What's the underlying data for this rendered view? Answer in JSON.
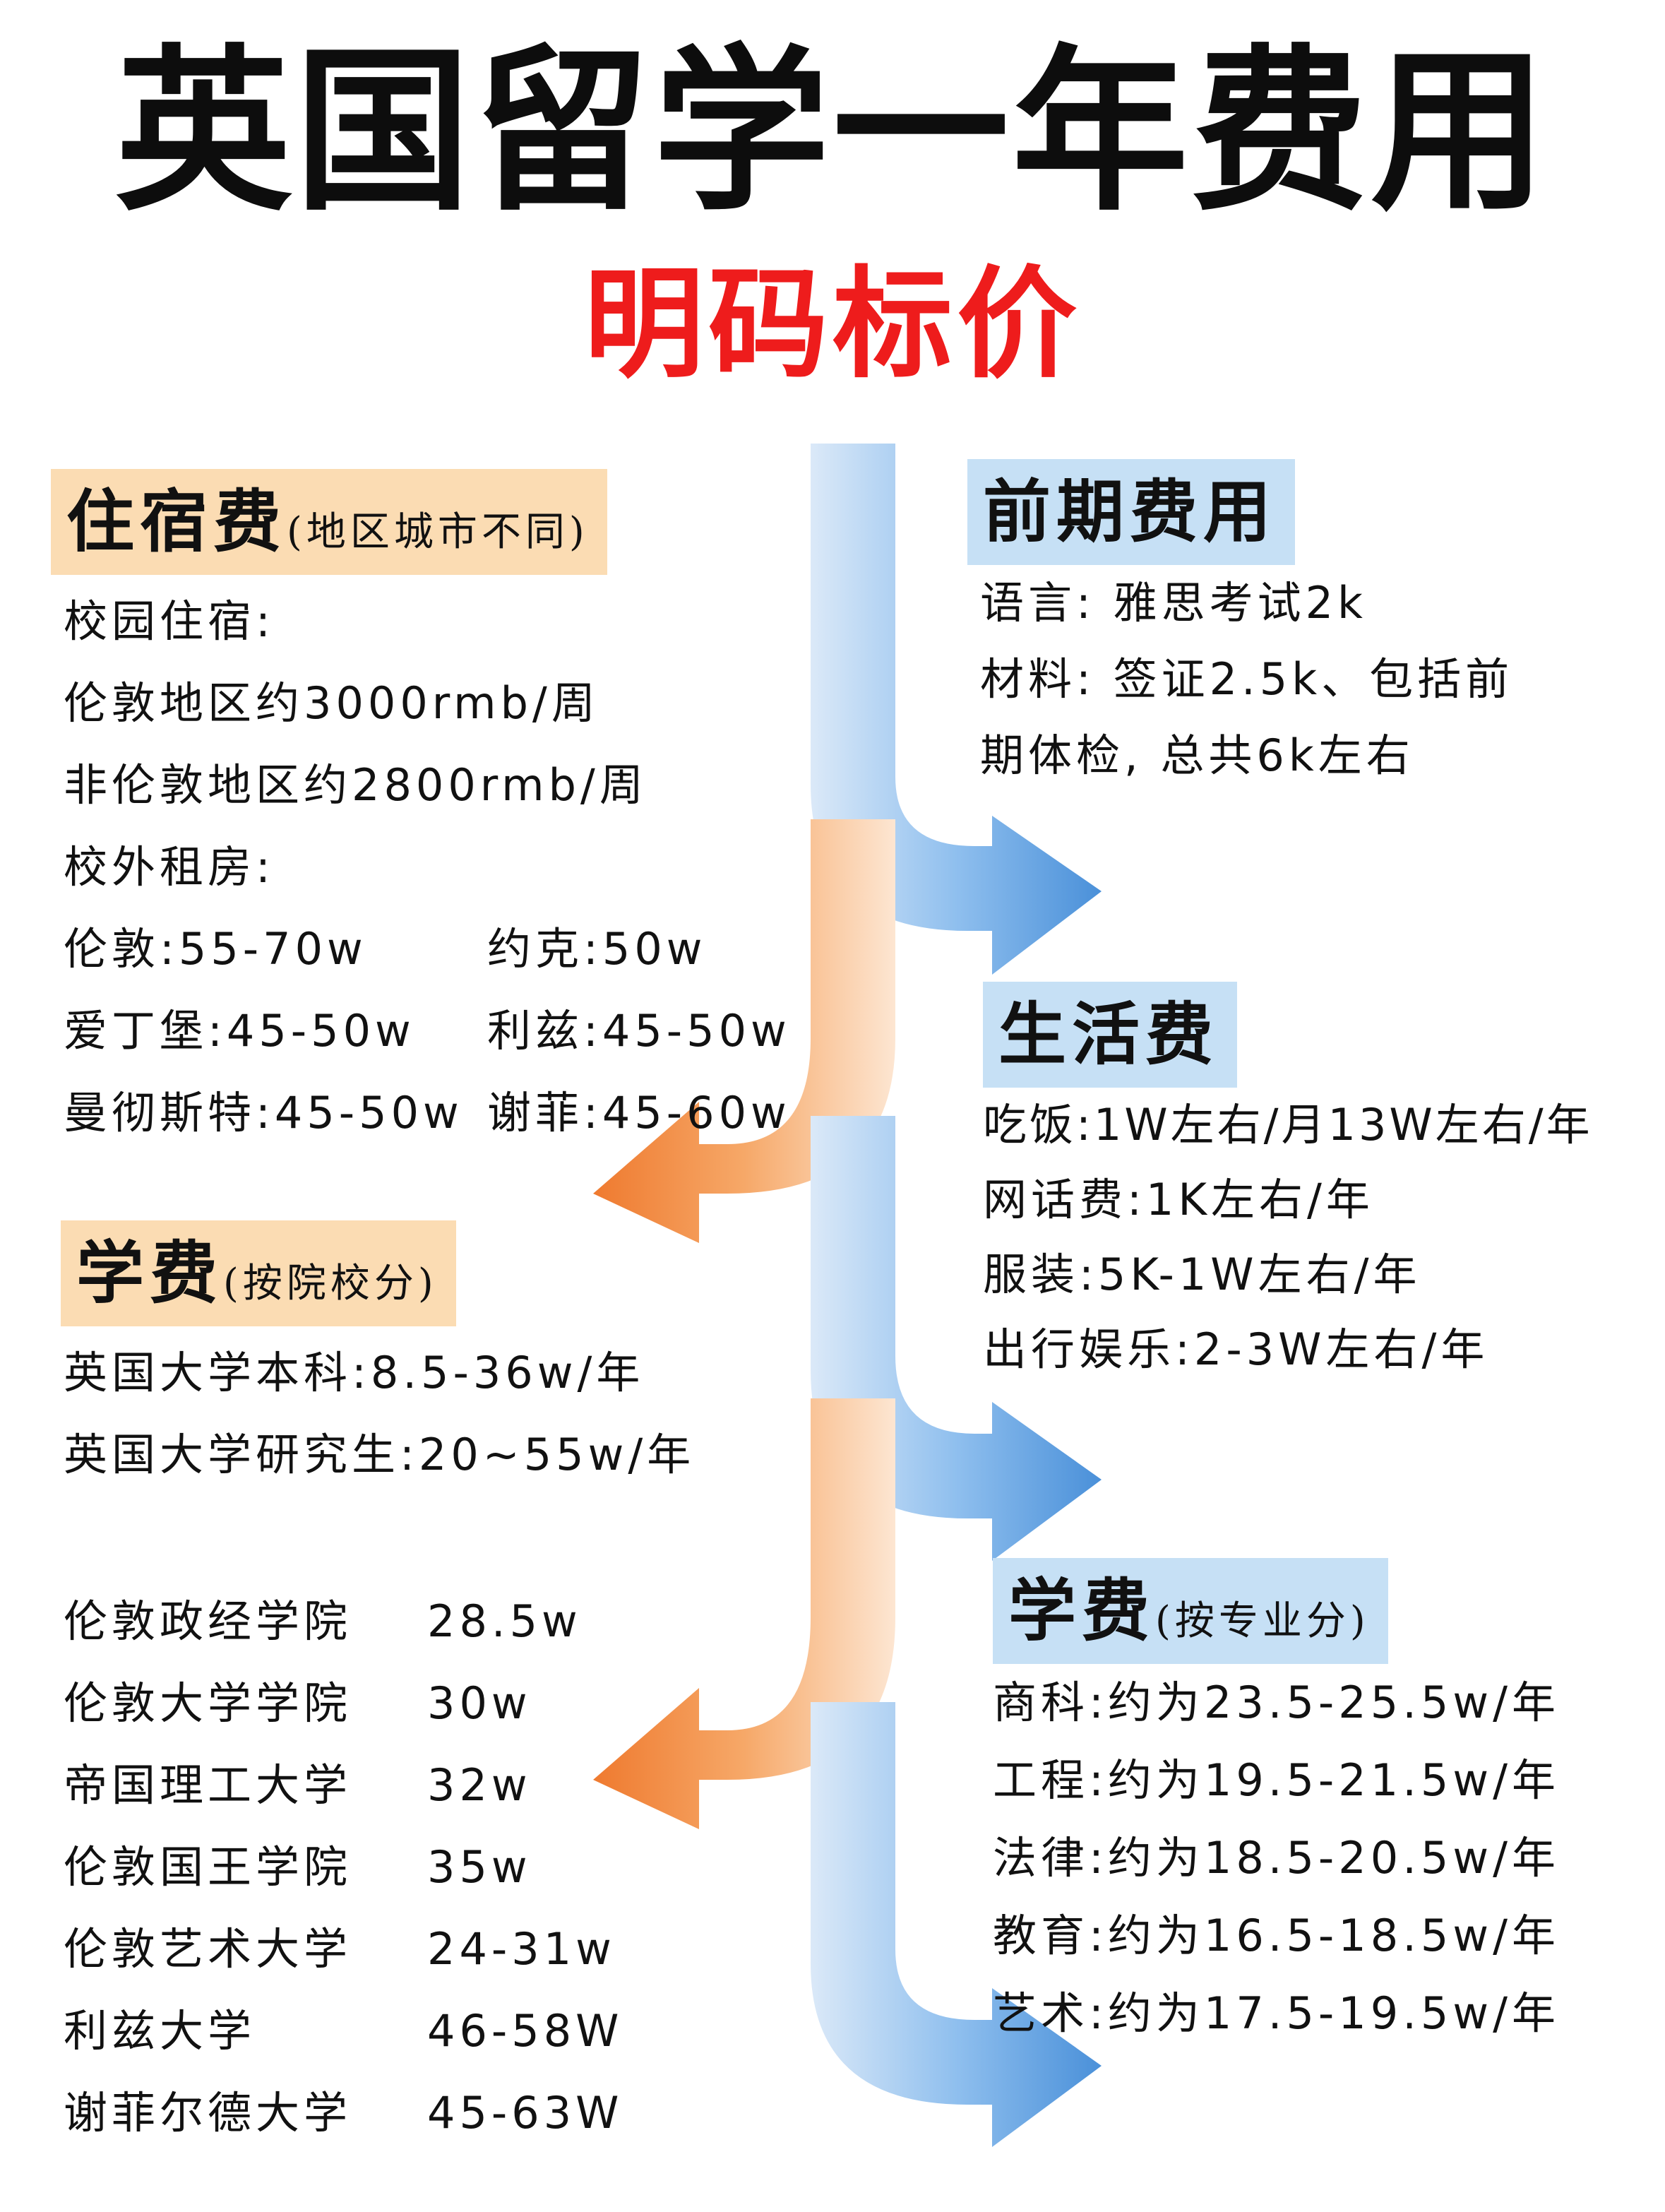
{
  "title": "英国留学一年费用",
  "subtitle": "明码标价",
  "colors": {
    "title": "#0d0d0d",
    "subtitle": "#ee1c1c",
    "blue_arrow": "#4a90d9",
    "orange_arrow": "#ef7a2f",
    "peach_label": "#fbdcb3",
    "blue_label": "#c6e0f5"
  },
  "accommodation": {
    "heading": "住宿费",
    "note": "(地区城市不同)",
    "on_campus_label": "校园住宿:",
    "london": "伦敦地区约3000rmb/周",
    "non_london": "非伦敦地区约2800rmb/周",
    "off_campus_label": "校外租房:",
    "rent_rows": [
      {
        "a": "伦敦:55-70w",
        "b": "约克:50w"
      },
      {
        "a": "爱丁堡:45-50w",
        "b": "利兹:45-50w"
      },
      {
        "a": "曼彻斯特:45-50w",
        "b": "谢菲:45-60w"
      }
    ]
  },
  "tuition_school": {
    "heading": "学费",
    "note": "(按院校分)",
    "undergrad": "英国大学本科:8.5-36w/年",
    "postgrad": "英国大学研究生:20~55w/年",
    "schools": [
      {
        "name": "伦敦政经学院",
        "fee": "28.5w"
      },
      {
        "name": "伦敦大学学院",
        "fee": "30w"
      },
      {
        "name": "帝国理工大学",
        "fee": "32w"
      },
      {
        "name": "伦敦国王学院",
        "fee": "35w"
      },
      {
        "name": "伦敦艺术大学",
        "fee": "24-31w"
      },
      {
        "name": "利兹大学",
        "fee": "46-58W"
      },
      {
        "name": "谢菲尔德大学",
        "fee": "45-63W"
      }
    ]
  },
  "preliminary": {
    "heading": "前期费用",
    "lines": [
      "语言: 雅思考试2k",
      "材料: 签证2.5k、包括前",
      "期体检, 总共6k左右"
    ]
  },
  "living": {
    "heading": "生活费",
    "lines": [
      "吃饭:1W左右/月13W左右/年",
      "网话费:1K左右/年",
      "服装:5K-1W左右/年",
      "出行娱乐:2-3W左右/年"
    ]
  },
  "tuition_major": {
    "heading": "学费",
    "note": "(按专业分)",
    "lines": [
      "商科:约为23.5-25.5w/年",
      "工程:约为19.5-21.5w/年",
      "法律:约为18.5-20.5w/年",
      "教育:约为16.5-18.5w/年",
      "艺术:约为17.5-19.5w/年"
    ]
  }
}
